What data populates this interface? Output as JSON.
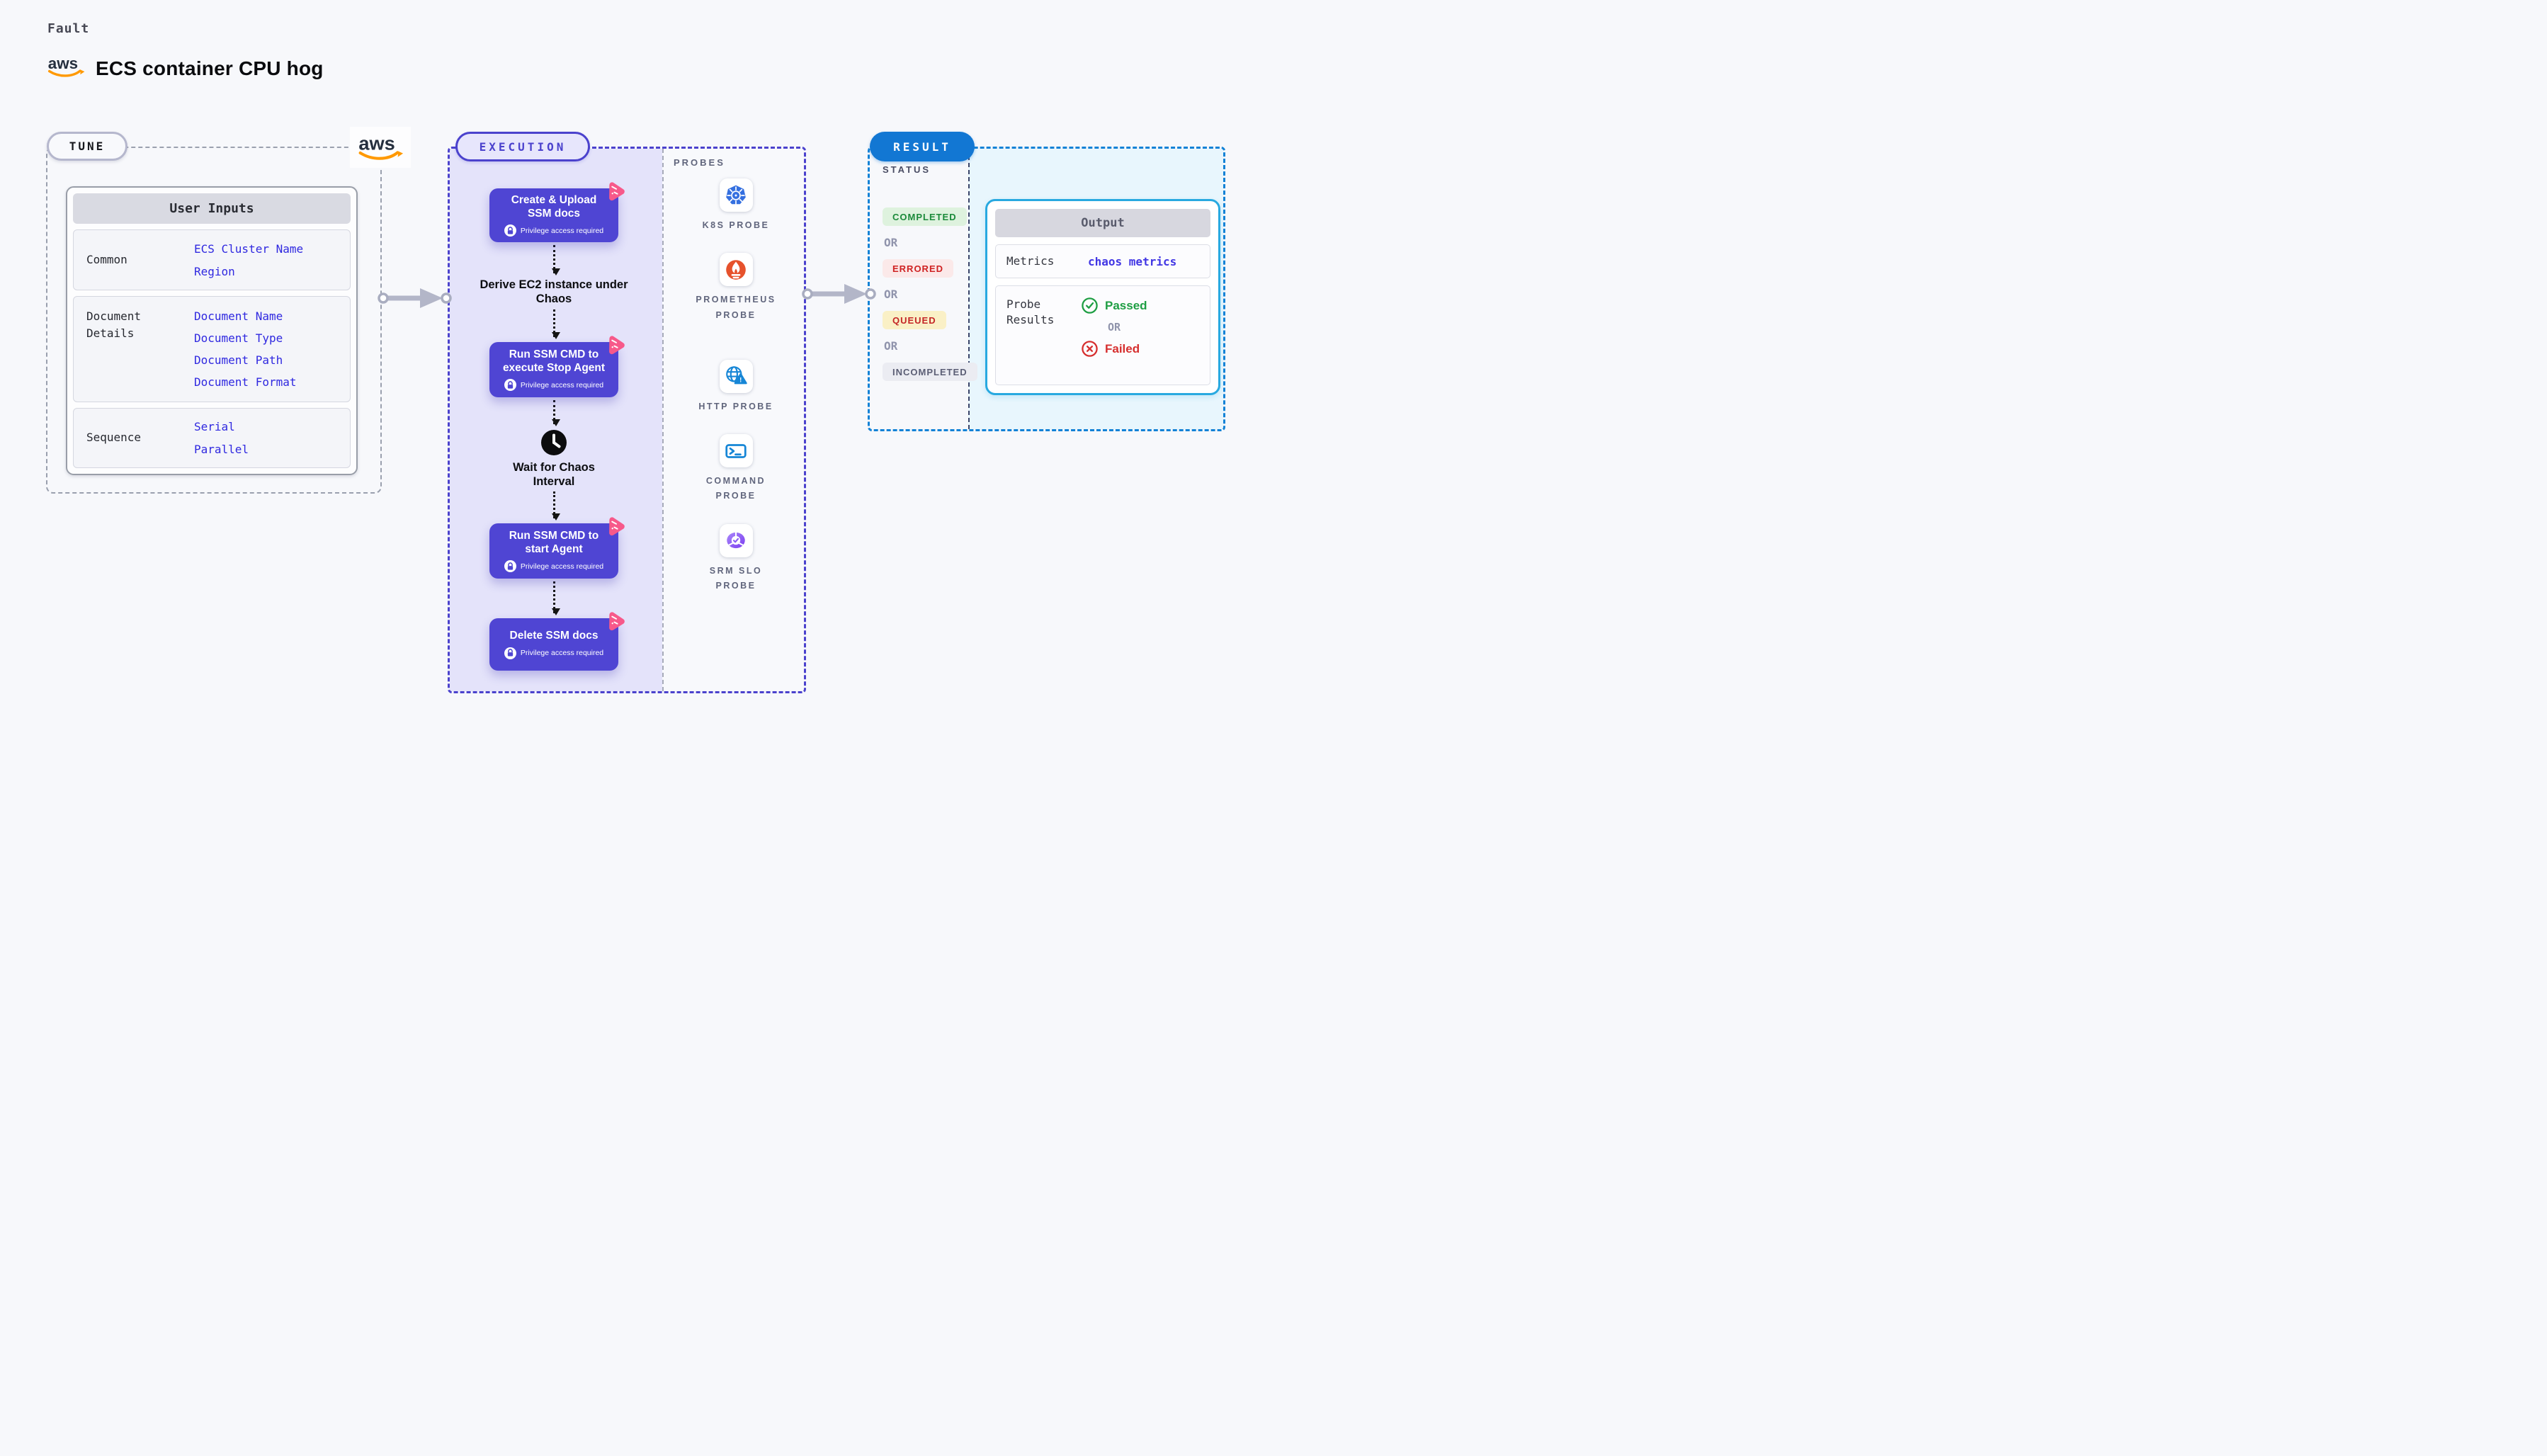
{
  "page": {
    "kicker": "Fault",
    "title": "ECS container CPU hog"
  },
  "tune": {
    "badge": "TUNE",
    "user_inputs": {
      "header": "User Inputs",
      "rows": [
        {
          "label": "Common",
          "values": [
            "ECS Cluster Name",
            "Region"
          ]
        },
        {
          "label": "Document Details",
          "values": [
            "Document Name",
            "Document Type",
            "Document Path",
            "Document Format"
          ]
        },
        {
          "label": "Sequence",
          "values": [
            "Serial",
            "Parallel"
          ]
        }
      ]
    }
  },
  "execution": {
    "badge": "EXECUTION",
    "privilege_label": "Privilege access required",
    "steps": [
      {
        "title": "Create & Upload SSM docs",
        "type": "action"
      },
      {
        "title": "Derive EC2 instance under Chaos",
        "type": "text"
      },
      {
        "title": "Run SSM CMD to execute Stop Agent",
        "type": "action"
      },
      {
        "title": "Wait for Chaos Interval",
        "type": "wait"
      },
      {
        "title": "Run SSM CMD to start Agent",
        "type": "action"
      },
      {
        "title": "Delete SSM docs",
        "type": "action"
      }
    ],
    "probes": {
      "title": "PROBES",
      "items": [
        {
          "label": "K8S PROBE",
          "icon": "kubernetes-wheel"
        },
        {
          "label": "PROMETHEUS PROBE",
          "icon": "prometheus-flame"
        },
        {
          "label": "HTTP PROBE",
          "icon": "globe-warning"
        },
        {
          "label": "COMMAND PROBE",
          "icon": "terminal"
        },
        {
          "label": "SRM SLO PROBE",
          "icon": "slo-donut-check"
        }
      ]
    }
  },
  "result": {
    "badge": "RESULT",
    "status_title": "STATUS",
    "or_label": "OR",
    "statuses": [
      {
        "label": "COMPLETED",
        "color": "#1b8a3a",
        "bg": "#def2de"
      },
      {
        "label": "ERRORED",
        "color": "#cf2222",
        "bg": "#fbe9e9"
      },
      {
        "label": "QUEUED",
        "color": "#c42626",
        "bg": "#faf0c6"
      },
      {
        "label": "INCOMPLETED",
        "color": "#5b5e75",
        "bg": "#ebecf2"
      }
    ],
    "output": {
      "header": "Output",
      "metrics_label": "Metrics",
      "metrics_value": "chaos metrics",
      "probe_results_label": "Probe Results",
      "passed": "Passed",
      "failed": "Failed"
    }
  },
  "colors": {
    "accent_purple": "#4b42cd",
    "step_box_purple": "#4f45d3",
    "litmus_pink": "#f7598a",
    "result_blue": "#1277d3",
    "output_border_cyan": "#28a9e0",
    "value_link_blue": "#2f28e0",
    "passed_green": "#1e9e43",
    "failed_red": "#d62f2f",
    "aws_orange": "#ff9900",
    "kubernetes_blue": "#3570e0",
    "prometheus_orange": "#e6522c"
  }
}
